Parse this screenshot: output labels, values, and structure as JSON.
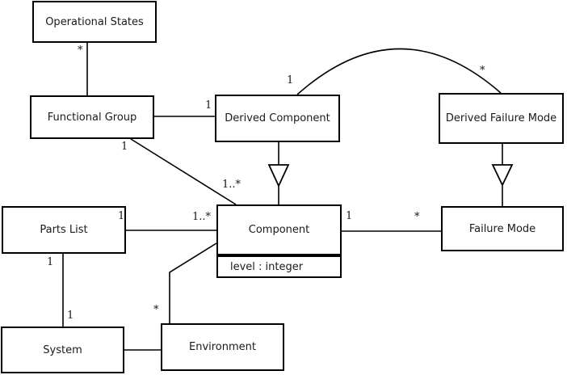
{
  "diagram": {
    "type": "uml-class-diagram",
    "background_color": "#ffffff",
    "line_color": "#000000"
  },
  "classes": [
    {
      "id": "operational-states",
      "label": "Operational States"
    },
    {
      "id": "functional-group",
      "label": "Functional Group"
    },
    {
      "id": "derived-component",
      "label": "Derived Component"
    },
    {
      "id": "derived-failure-mode",
      "label": "Derived Failure Mode"
    },
    {
      "id": "parts-list",
      "label": "Parts List"
    },
    {
      "id": "component",
      "label": "Component",
      "attributes": [
        "level : integer"
      ]
    },
    {
      "id": "failure-mode",
      "label": "Failure Mode"
    },
    {
      "id": "system",
      "label": "System"
    },
    {
      "id": "environment",
      "label": "Environment"
    }
  ],
  "relationships": [
    {
      "between": [
        "Operational States",
        "Functional Group"
      ],
      "type": "association",
      "labels": [
        "*"
      ]
    },
    {
      "between": [
        "Functional Group",
        "Derived Component"
      ],
      "type": "association",
      "labels": [
        "1"
      ]
    },
    {
      "between": [
        "Functional Group",
        "Component"
      ],
      "type": "association",
      "labels": [
        "1",
        "1..*"
      ]
    },
    {
      "between": [
        "Derived Component",
        "Component"
      ],
      "type": "generalization",
      "labels": []
    },
    {
      "between": [
        "Derived Component",
        "Derived Failure Mode"
      ],
      "type": "association",
      "labels": [
        "1",
        "*"
      ]
    },
    {
      "between": [
        "Derived Failure Mode",
        "Failure Mode"
      ],
      "type": "generalization",
      "labels": []
    },
    {
      "between": [
        "Parts List",
        "Component"
      ],
      "type": "association",
      "labels": [
        "1",
        "1..*"
      ]
    },
    {
      "between": [
        "Component",
        "Failure Mode"
      ],
      "type": "association",
      "labels": [
        "1",
        "*"
      ]
    },
    {
      "between": [
        "Parts List",
        "System"
      ],
      "type": "association",
      "labels": [
        "1",
        "1"
      ]
    },
    {
      "between": [
        "Component",
        "Environment"
      ],
      "type": "association",
      "labels": [
        "*"
      ]
    },
    {
      "between": [
        "System",
        "Environment"
      ],
      "type": "association",
      "labels": []
    }
  ],
  "multiplicity_labels": [
    {
      "at": "operational-states end of functional-group link",
      "text": "*"
    },
    {
      "at": "derived-component end of functional-group link",
      "text": "1"
    },
    {
      "at": "functional-group end of component diagonal",
      "text": "1"
    },
    {
      "at": "component end of functional-group diagonal",
      "text": "1..*"
    },
    {
      "at": "parts-list end of component link",
      "text": "1"
    },
    {
      "at": "component end of parts-list link",
      "text": "1..*"
    },
    {
      "at": "component end of failure-mode link",
      "text": "1"
    },
    {
      "at": "failure-mode end of component link",
      "text": "*"
    },
    {
      "at": "parts-list end of system link",
      "text": "1"
    },
    {
      "at": "system end of parts-list link",
      "text": "1"
    },
    {
      "at": "environment end of component link",
      "text": "*"
    },
    {
      "at": "derived-component end of arc link",
      "text": "1"
    },
    {
      "at": "derived-failure-mode end of arc link",
      "text": "*"
    }
  ]
}
